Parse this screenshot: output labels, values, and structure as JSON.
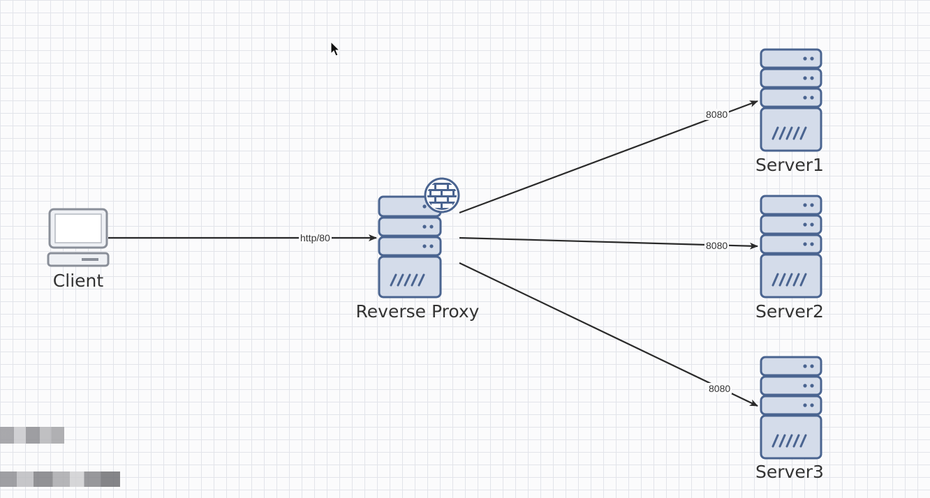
{
  "nodes": {
    "client": {
      "label": "Client",
      "icon": "laptop-icon"
    },
    "proxy": {
      "label": "Reverse Proxy",
      "icon": "server-firewall-icon"
    },
    "server1": {
      "label": "Server1",
      "icon": "server-icon"
    },
    "server2": {
      "label": "Server2",
      "icon": "server-icon"
    },
    "server3": {
      "label": "Server3",
      "icon": "server-icon"
    }
  },
  "edges": {
    "client_proxy": {
      "label": "http/80"
    },
    "proxy_server1": {
      "label": "8080"
    },
    "proxy_server2": {
      "label": "8080"
    },
    "proxy_server3": {
      "label": "8080"
    }
  },
  "colors": {
    "server_fill": "#d4dcea",
    "server_stroke": "#4a6490",
    "laptop_fill": "#eff1f5",
    "laptop_stroke": "#8a8f99",
    "edge": "#2a2a2a",
    "grid": "#e2e4ea"
  }
}
